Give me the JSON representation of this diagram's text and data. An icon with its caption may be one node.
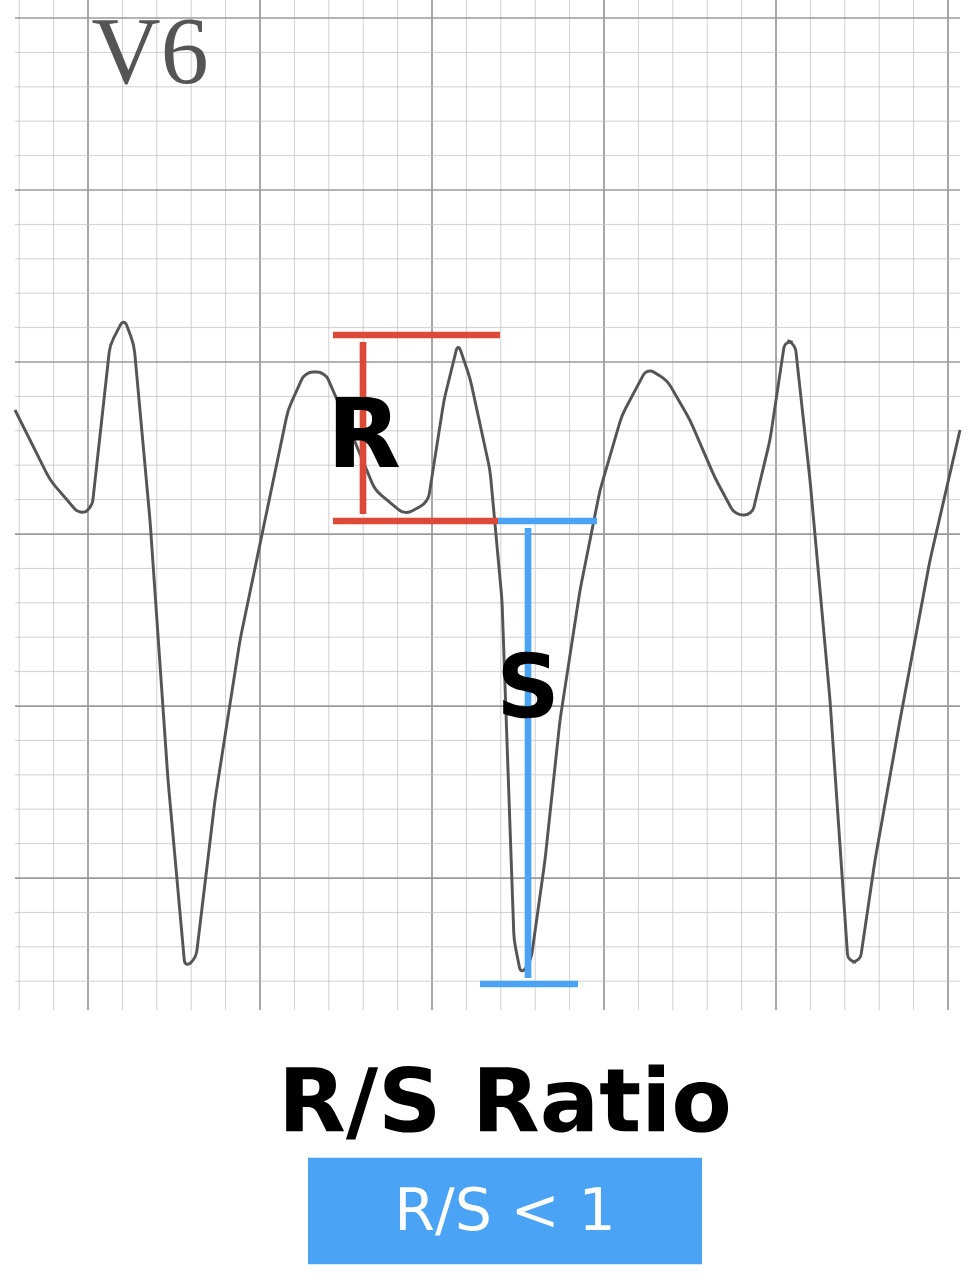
{
  "diagram": {
    "title": "R/S Ratio",
    "nodes": [
      {
        "text": [
          "R/S < 1"
        ]
      }
    ],
    "labels": [
      "V6",
      "R",
      "S"
    ]
  }
}
